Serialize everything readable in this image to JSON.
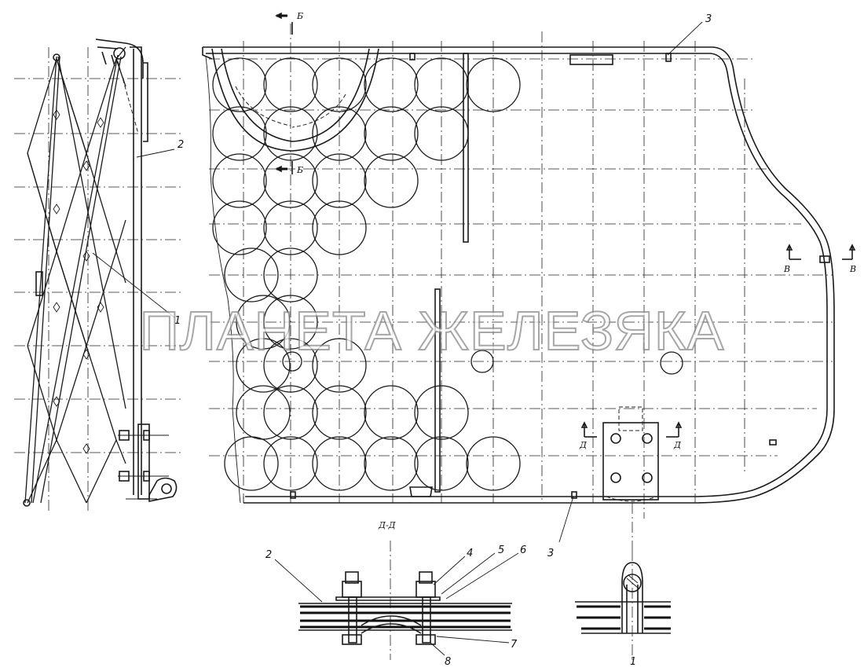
{
  "watermark": "ПЛАНЕТА ЖЕЛЕЗЯКА",
  "callouts": {
    "c1": "1",
    "c2_side": "2",
    "c3_top": "3",
    "c3_bottom": "3",
    "c2_section": "2",
    "c4": "4",
    "c5": "5",
    "c6": "6",
    "c7": "7",
    "c8": "8",
    "c_bead": "1"
  },
  "section_marks": {
    "b_top": "Б",
    "b_mid": "Б",
    "v_left": "В",
    "v_right": "В",
    "d_left": "Д",
    "d_right": "Д",
    "dd_title": "Д-Д"
  }
}
